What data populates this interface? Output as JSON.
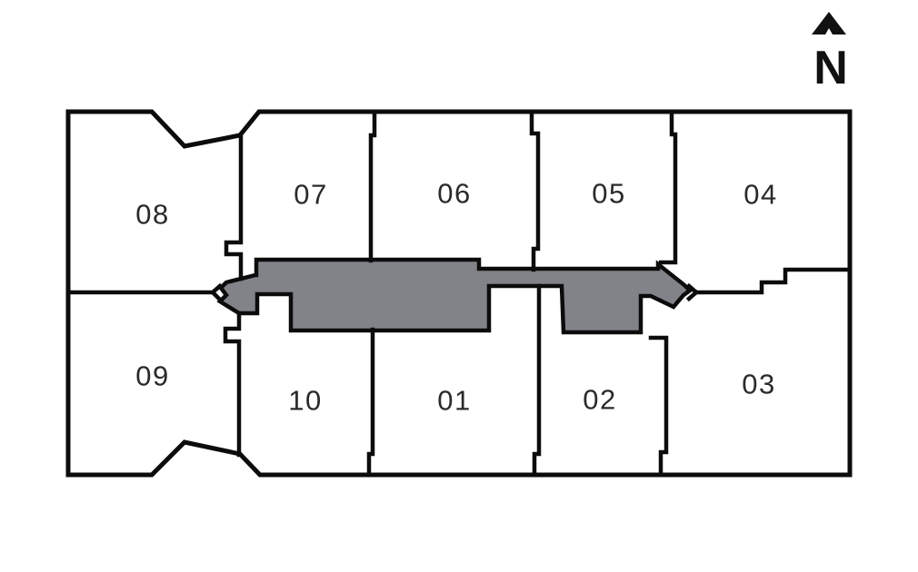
{
  "units": [
    {
      "id": "08",
      "label": "08"
    },
    {
      "id": "07",
      "label": "07"
    },
    {
      "id": "06",
      "label": "06"
    },
    {
      "id": "05",
      "label": "05"
    },
    {
      "id": "04",
      "label": "04"
    },
    {
      "id": "09",
      "label": "09"
    },
    {
      "id": "10",
      "label": "10"
    },
    {
      "id": "01",
      "label": "01"
    },
    {
      "id": "02",
      "label": "02"
    },
    {
      "id": "03",
      "label": "03"
    }
  ],
  "compass": {
    "label": "N"
  },
  "colors": {
    "background": "#ffffff",
    "corridor_fill": "#818389",
    "wall": "#0c0c0c",
    "label": "#2a2a2a"
  }
}
